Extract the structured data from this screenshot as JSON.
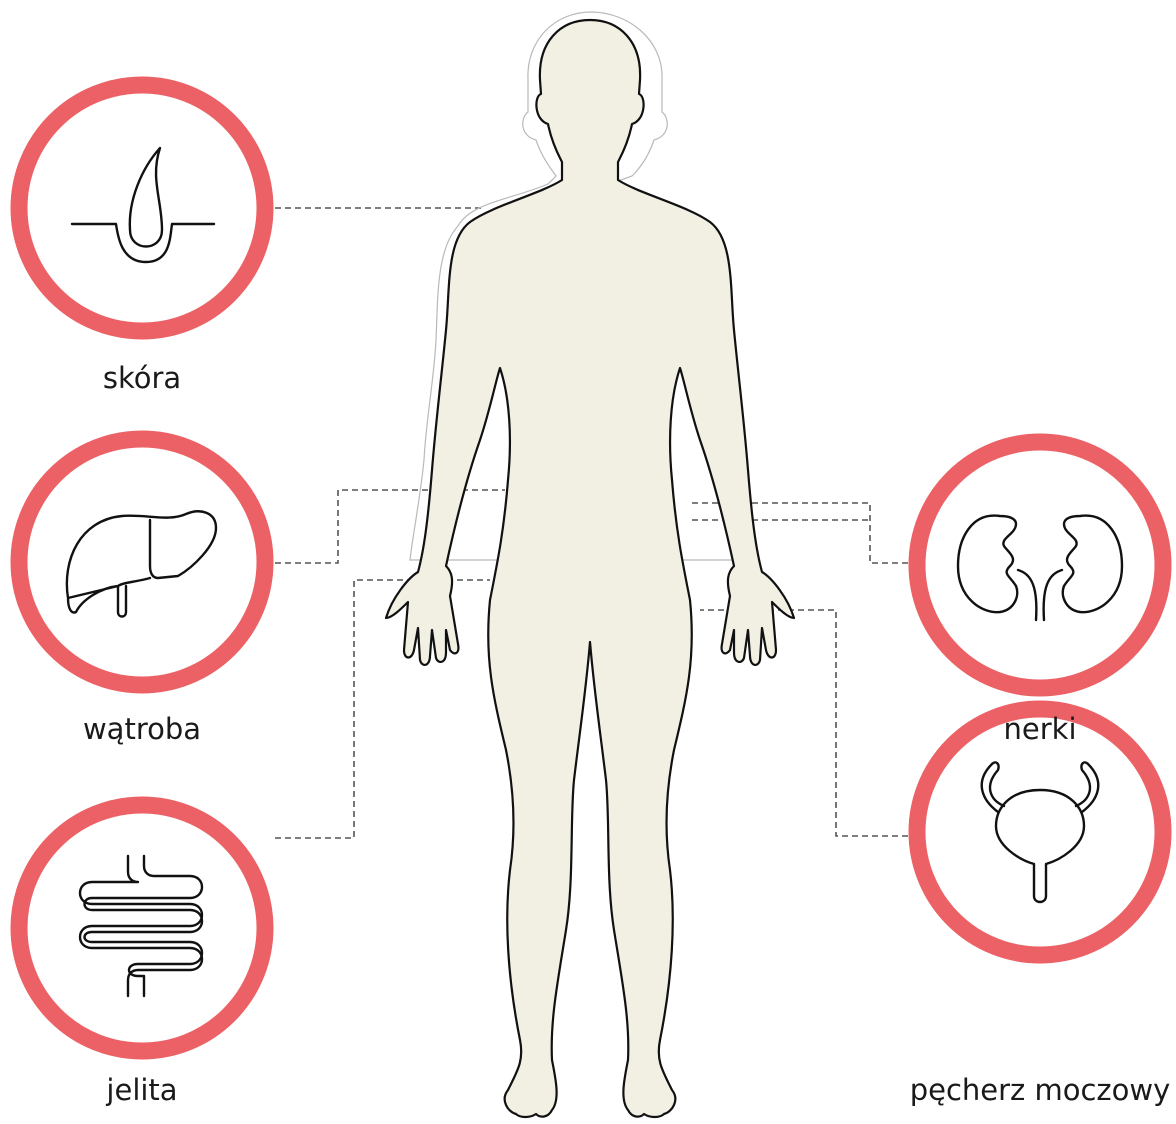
{
  "colors": {
    "ring": "#ec6165",
    "body_fill": "#f2efe3",
    "outline": "#111111",
    "connector": "#555555"
  },
  "organs": {
    "skin": {
      "label": "skóra",
      "icon": "skin-hair-follicle-icon"
    },
    "liver": {
      "label": "wątroba",
      "icon": "liver-icon"
    },
    "intestines": {
      "label": "jelita",
      "icon": "intestines-icon"
    },
    "kidneys": {
      "label": "nerki",
      "icon": "kidneys-icon"
    },
    "bladder": {
      "label": "pęcherz moczowy",
      "icon": "bladder-icon"
    }
  }
}
